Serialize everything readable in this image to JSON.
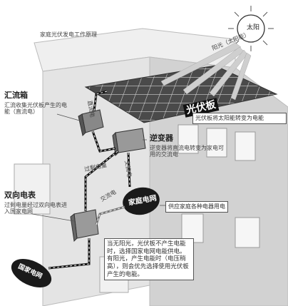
{
  "header": {
    "title": "家庭光伏发电工作原理"
  },
  "sun": {
    "label": "太阳",
    "rays_label": "阳光（太阳能）"
  },
  "panel": {
    "label": "光伏板",
    "desc": "光伏板将太阳能转变为电能"
  },
  "combiner": {
    "label": "汇流箱",
    "desc": "汇流收集光伏板产生的电能（直流电）"
  },
  "inverter": {
    "label": "逆变器",
    "desc": "逆变器将直流电转变为家电可用的交流电"
  },
  "meter": {
    "label": "双向电表",
    "desc": "过剩电量经过双向电表进入国家电网"
  },
  "home_grid": {
    "label": "家庭电网",
    "desc": "供应家庭各种电器用电"
  },
  "national_grid": {
    "label": "国家电网"
  },
  "flows": {
    "dc": "直流电",
    "ac": "交流电",
    "surplus": "过剩电量",
    "ac2": "交流电"
  },
  "note": {
    "text": "当无阳光，光伏板不产生电能时，选择国家电网电能供电。有阳光，产生电能时（电压稍高），则会优先选择使用光伏板产生的电能。"
  },
  "colors": {
    "ink": "#222222",
    "building": "#d9d9d9",
    "panel": "#3a3a3a",
    "dark": "#111111",
    "grey": "#888888"
  }
}
